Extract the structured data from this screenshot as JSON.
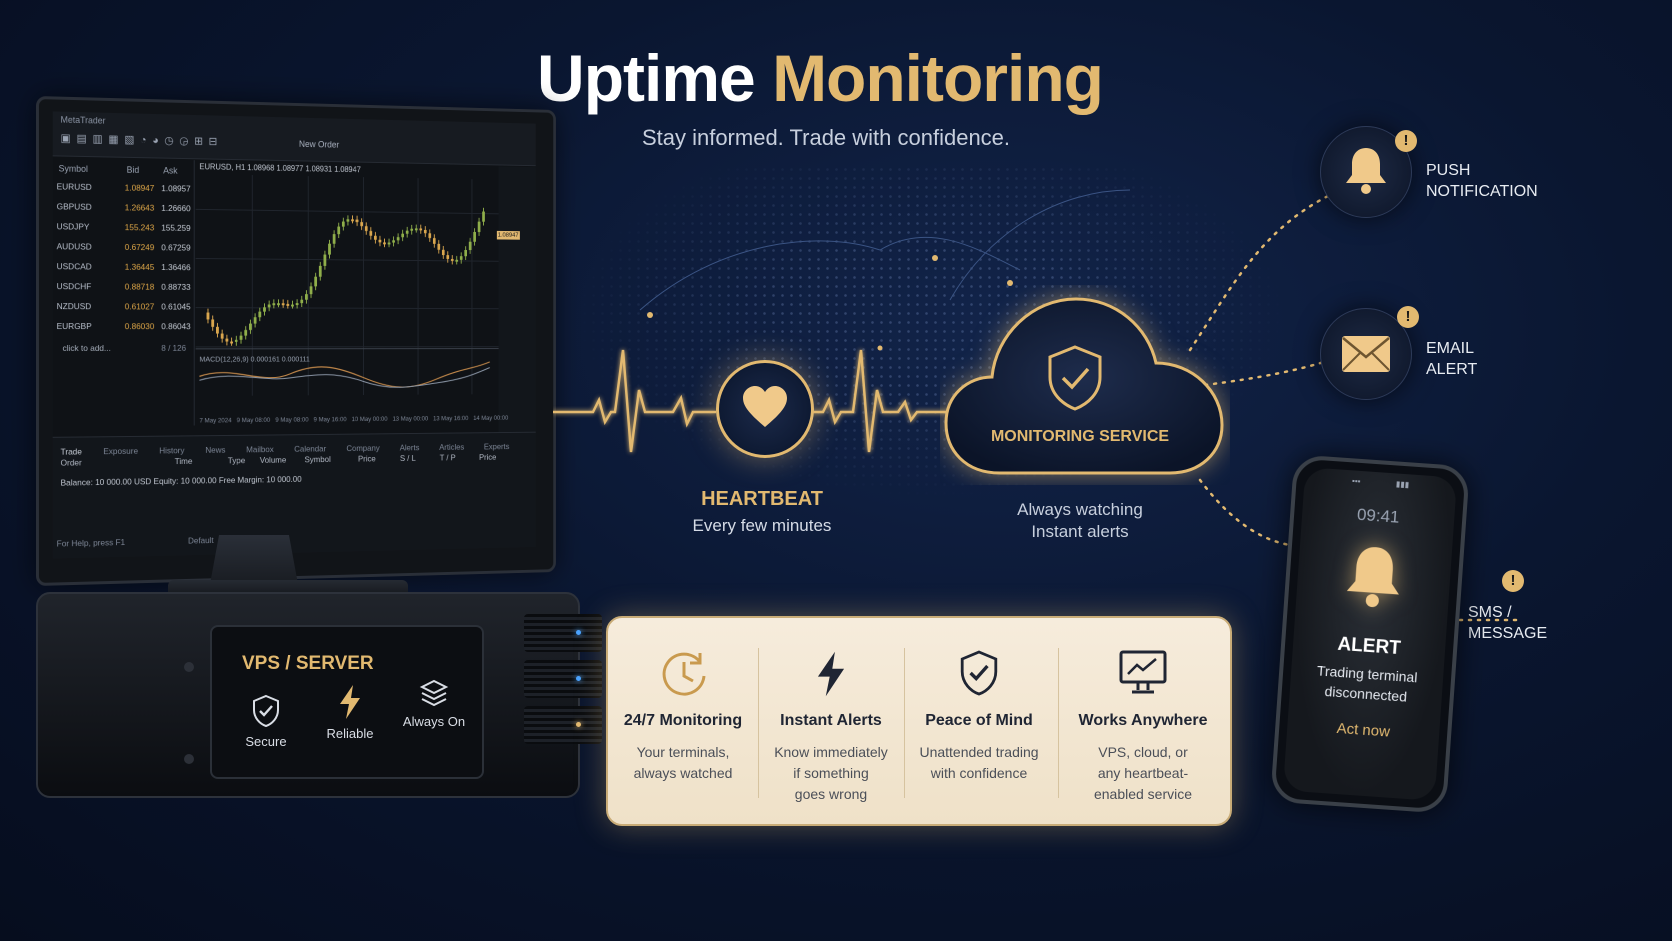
{
  "header": {
    "title_word1": "Uptime",
    "title_word2": "Monitoring",
    "subtitle": "Stay informed. Trade with confidence."
  },
  "terminal": {
    "window_title": "MetaTrader",
    "new_order": "New Order",
    "watch_header_symbol": "Symbol",
    "watch_header_bid": "Bid",
    "watch_header_ask": "Ask",
    "watch": [
      {
        "symbol": "EURUSD",
        "bid": "1.08947",
        "ask": "1.08957"
      },
      {
        "symbol": "GBPUSD",
        "bid": "1.26643",
        "ask": "1.26660"
      },
      {
        "symbol": "USDJPY",
        "bid": "155.243",
        "ask": "155.259"
      },
      {
        "symbol": "AUDUSD",
        "bid": "0.67249",
        "ask": "0.67259"
      },
      {
        "symbol": "USDCAD",
        "bid": "1.36445",
        "ask": "1.36466"
      },
      {
        "symbol": "USDCHF",
        "bid": "0.88718",
        "ask": "0.88733"
      },
      {
        "symbol": "NZDUSD",
        "bid": "0.61027",
        "ask": "0.61045"
      },
      {
        "symbol": "EURGBP",
        "bid": "0.86030",
        "ask": "0.86043"
      }
    ],
    "watch_add": "click to add...",
    "watch_count": "8 / 126",
    "chart_label": "EURUSD, H1  1.08968 1.08977 1.08931 1.08947",
    "macd_label": "MACD(12,26,9) 0.000161 0.000111",
    "price_tag": "1.08947",
    "date_labels": [
      "7 May 2024",
      "9 May 08:00",
      "9 May 08:00",
      "9 May 16:00",
      "10 May 00:00",
      "13 May 00:00",
      "13 May 16:00",
      "14 May 00:00"
    ],
    "tabs": [
      "Trade",
      "Exposure",
      "History",
      "News",
      "Mailbox",
      "Calendar",
      "Company",
      "Alerts",
      "Articles",
      "Experts"
    ],
    "columns": [
      "Order",
      "Time",
      "Type",
      "Volume",
      "Symbol",
      "Price",
      "S / L",
      "T / P",
      "Price"
    ],
    "balance": "Balance: 10 000.00 USD   Equity: 10 000.00   Free Margin: 10 000.00",
    "status_help": "For Help, press F1",
    "status_default": "Default"
  },
  "server": {
    "label": "VPS / SERVER",
    "features": [
      {
        "label": "Secure",
        "icon": "shield-check-icon"
      },
      {
        "label": "Reliable",
        "icon": "lightning-icon"
      },
      {
        "label": "Always On",
        "icon": "layers-icon"
      }
    ]
  },
  "heartbeat": {
    "title": "HEARTBEAT",
    "subtitle": "Every few minutes",
    "icon": "heart-icon"
  },
  "monitoring": {
    "title": "MONITORING SERVICE",
    "line1": "Always watching",
    "line2": "Instant alerts",
    "icon": "shield-check-icon"
  },
  "notifications": [
    {
      "label_line1": "PUSH",
      "label_line2": "NOTIFICATION",
      "icon": "bell-icon"
    },
    {
      "label_line1": "EMAIL",
      "label_line2": "ALERT",
      "icon": "envelope-icon"
    },
    {
      "label_line1": "SMS /",
      "label_line2": "MESSAGE",
      "icon": "phone-icon"
    }
  ],
  "badge_glyph": "!",
  "phone": {
    "time": "09:41",
    "alert_title": "ALERT",
    "message_line1": "Trading terminal",
    "message_line2": "disconnected",
    "action": "Act now"
  },
  "features": [
    {
      "title": "24/7 Monitoring",
      "desc_line1": "Your terminals,",
      "desc_line2": "always watched",
      "desc_line3": "",
      "icon": "clock-icon"
    },
    {
      "title": "Instant Alerts",
      "desc_line1": "Know immediately",
      "desc_line2": "if something",
      "desc_line3": "goes wrong",
      "icon": "lightning-icon"
    },
    {
      "title": "Peace of Mind",
      "desc_line1": "Unattended trading",
      "desc_line2": "with confidence",
      "desc_line3": "",
      "icon": "shield-check-icon"
    },
    {
      "title": "Works Anywhere",
      "desc_line1": "VPS, cloud, or",
      "desc_line2": "any heartbeat-",
      "desc_line3": "enabled service",
      "icon": "monitor-chart-icon"
    }
  ],
  "colors": {
    "gold": "#e2b970",
    "background": "#0a1630",
    "card": "#f4e9d6"
  }
}
